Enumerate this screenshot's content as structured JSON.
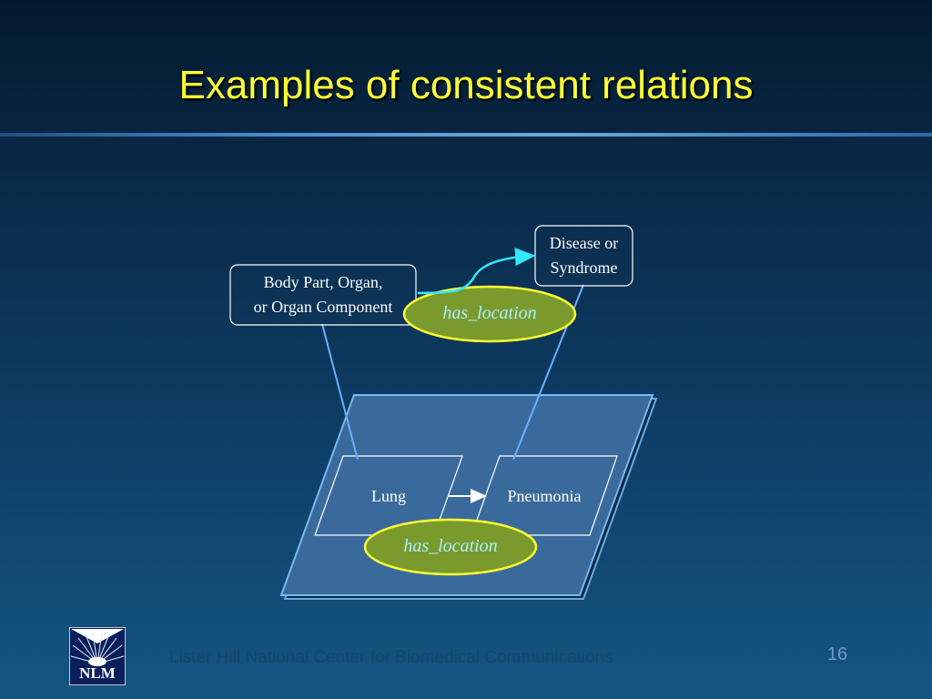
{
  "slide": {
    "title": "Examples of consistent relations",
    "footer": "Lister Hill National Center for Biomedical Communications",
    "page_number": "16",
    "logo_text": "NLM"
  },
  "diagram": {
    "semantic_types": {
      "source": "Body Part, Organ, or Organ Component",
      "source_lines": [
        "Body Part, Organ,",
        "or Organ Component"
      ],
      "target": "Disease or Syndrome",
      "target_lines": [
        "Disease or",
        "Syndrome"
      ],
      "relation": "has_location"
    },
    "concepts": {
      "source": "Lung",
      "target": "Pneumonia",
      "relation": "has_location"
    }
  },
  "colors": {
    "title": "#ffff33",
    "plane_fill": "#3a6a9c",
    "relation_ellipse_fill": "#7a9a2e",
    "relation_ellipse_stroke": "#ffff33",
    "relation_text": "#a8f2ff",
    "connector": "#6ab0ff",
    "semantic_arrow": "#33e8ff"
  }
}
